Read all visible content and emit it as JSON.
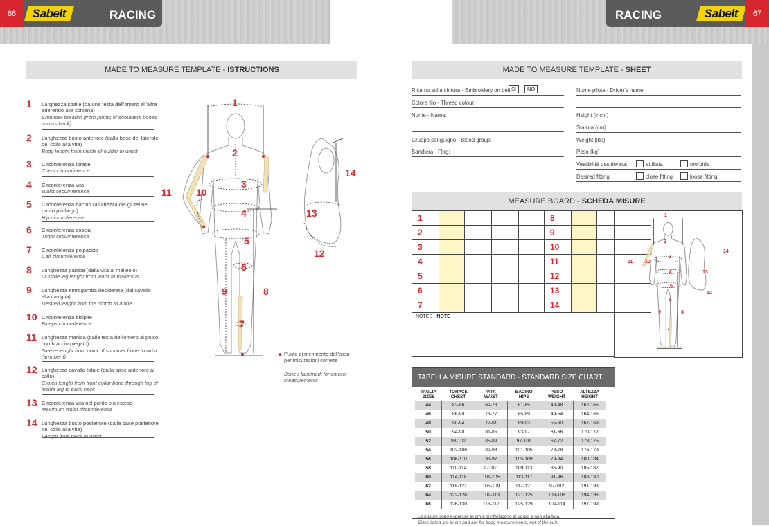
{
  "header": {
    "left_page": "66",
    "right_page": "67",
    "brand": "Sabelt",
    "section": "RACING"
  },
  "colors": {
    "accent_red": "#d7262e",
    "logo_yellow": "#f3d400",
    "header_dark": "#5b5b5b"
  },
  "instructions": {
    "title_prefix": "MADE TO MEASURE TEMPLATE - ",
    "title_bold": "ISTRUCTIONS",
    "items": [
      {
        "n": "1",
        "it": "Larghezza spalle (da una testa dell'omero all'altra aderendo alla schiena)",
        "en": "Shoulder breadth (from points of shoulders bones across back)"
      },
      {
        "n": "2",
        "it": "Lunghezza busto anteriore (dalla base del laterale del collo alla vita)",
        "en": "Body lenght from inside shoulder to waist"
      },
      {
        "n": "3",
        "it": "Circonferenza torace",
        "en": "Chest circumference"
      },
      {
        "n": "4",
        "it": "Circonferenza vita",
        "en": "Waist circumference"
      },
      {
        "n": "5",
        "it": "Circonferenza bacino (all'altezza dei glutei nel punto più largo)",
        "en": "Hip circumference"
      },
      {
        "n": "6",
        "it": "Circonferenza coscia",
        "en": "Thigh circumference"
      },
      {
        "n": "7",
        "it": "Circonferenza polpaccio",
        "en": "Calf circumference"
      },
      {
        "n": "8",
        "it": "Lunghezza gamba (dalla vita al malleolo)",
        "en": "Outside leg lenght from waist to malleolus"
      },
      {
        "n": "9",
        "it": "Lunghezza entrogamba desiderata (dal cavallo alla caviglia)",
        "en": "Desired lenght from the crotch to ankle"
      },
      {
        "n": "10",
        "it": "Circonferenza bicipite",
        "en": "Biceps circumference"
      },
      {
        "n": "11",
        "it": "Lunghezza manica (dalla testa dell'omero al polso con braccio piegato)",
        "en": "Sleeve lenght from point of shoulder bone to wrist (arm bent)"
      },
      {
        "n": "12",
        "it": "Lunghezza cavallo totale (dalla base anteriore al collo)",
        "en": "Crotch length from front collar bone through top of inside leg to back neck"
      },
      {
        "n": "13",
        "it": "Circonferenza vita nel punto più esteso",
        "en": "Maximum waist circumference"
      },
      {
        "n": "14",
        "it": "Lunghezza busto posteriore (dalla base posteriore del collo alla vita)",
        "en": "Lenght from neck to waist"
      }
    ],
    "landmark_it": "Punto di riferimento dell'osso per misurazioni corrette",
    "landmark_en": "Bone's landmark for correct measurements"
  },
  "figure_labels": [
    "1",
    "2",
    "3",
    "4",
    "5",
    "6",
    "7",
    "8",
    "9",
    "10",
    "11",
    "12",
    "13",
    "14"
  ],
  "sheet": {
    "title_prefix": "MADE TO MEASURE TEMPLATE - ",
    "title_bold": "SHEET",
    "embroidery": "Ricamo sulla cintura - Embroidery on belt:",
    "si": "SI",
    "no": "NO",
    "thread": "Colore filo - Thread colour:",
    "name": "Nome - Name:",
    "blood": "Gruppo sanguigno - Blood group:",
    "flag": "Bandiera - Flag:",
    "driver": "Nome pilota - Driver's name:",
    "height_inch": "Height (inch.)",
    "statura": "Statura (cm)",
    "weight_lbs": "Weight (lbs)",
    "peso": "Peso (kg)",
    "fit_it": "Vestibilità desiderata:",
    "fit_en": "Desired fitting:",
    "attillata": "attillata",
    "morbida": "morbida",
    "close": "close fitting",
    "loose": "loose fitting"
  },
  "board": {
    "title_prefix": "MEASURE BOARD - ",
    "title_bold": "SCHEDA MISURE",
    "left_labels": [
      "1",
      "2",
      "3",
      "4",
      "5",
      "6",
      "7"
    ],
    "right_labels": [
      "8",
      "9",
      "10",
      "11",
      "12",
      "13",
      "14"
    ],
    "notes_prefix": "NOTES - ",
    "notes_bold": "NOTE"
  },
  "size_chart": {
    "title": "TABELLA MISURE STANDARD  -  STANDARD SIZE CHART",
    "columns": [
      [
        "TAGLIA",
        "SIZES"
      ],
      [
        "TORACE",
        "CHEST"
      ],
      [
        "VITA",
        "WAIST"
      ],
      [
        "BACINO",
        "HIPS"
      ],
      [
        "PESO",
        "WEIGHT"
      ],
      [
        "ALTEZZA",
        "HEIGHT"
      ]
    ],
    "rows": [
      [
        "44",
        "82-86",
        "69-73",
        "81-85",
        "43-48",
        "162-165"
      ],
      [
        "46",
        "86-90",
        "73-77",
        "85-89",
        "49-54",
        "164-166"
      ],
      [
        "48",
        "90-94",
        "77-81",
        "89-93",
        "55-60",
        "167-169"
      ],
      [
        "50",
        "94-98",
        "81-85",
        "93-97",
        "61-66",
        "170-172"
      ],
      [
        "52",
        "98-102",
        "85-89",
        "97-101",
        "67-72",
        "173-175"
      ],
      [
        "54",
        "102-106",
        "89-93",
        "101-105",
        "73-78",
        "176-179"
      ],
      [
        "56",
        "106-110",
        "93-97",
        "105-109",
        "79-84",
        "180-184"
      ],
      [
        "58",
        "110-114",
        "97-101",
        "109-113",
        "85-90",
        "185-187"
      ],
      [
        "60",
        "114-118",
        "101-105",
        "113-117",
        "91-96",
        "188-190"
      ],
      [
        "62",
        "118-122",
        "105-109",
        "117-121",
        "97-102",
        "191-193"
      ],
      [
        "64",
        "122-126",
        "109-113",
        "121-125",
        "103-108",
        "194-196"
      ],
      [
        "66",
        "126-130",
        "113-117",
        "125-129",
        "109-114",
        "197-199"
      ]
    ],
    "note_it": "Le misure sono espresse in cm e si riferiscono al corpo e non alla tuta.",
    "note_en": "Sizes listed are in cm and are for body measurements, not of the suit."
  }
}
